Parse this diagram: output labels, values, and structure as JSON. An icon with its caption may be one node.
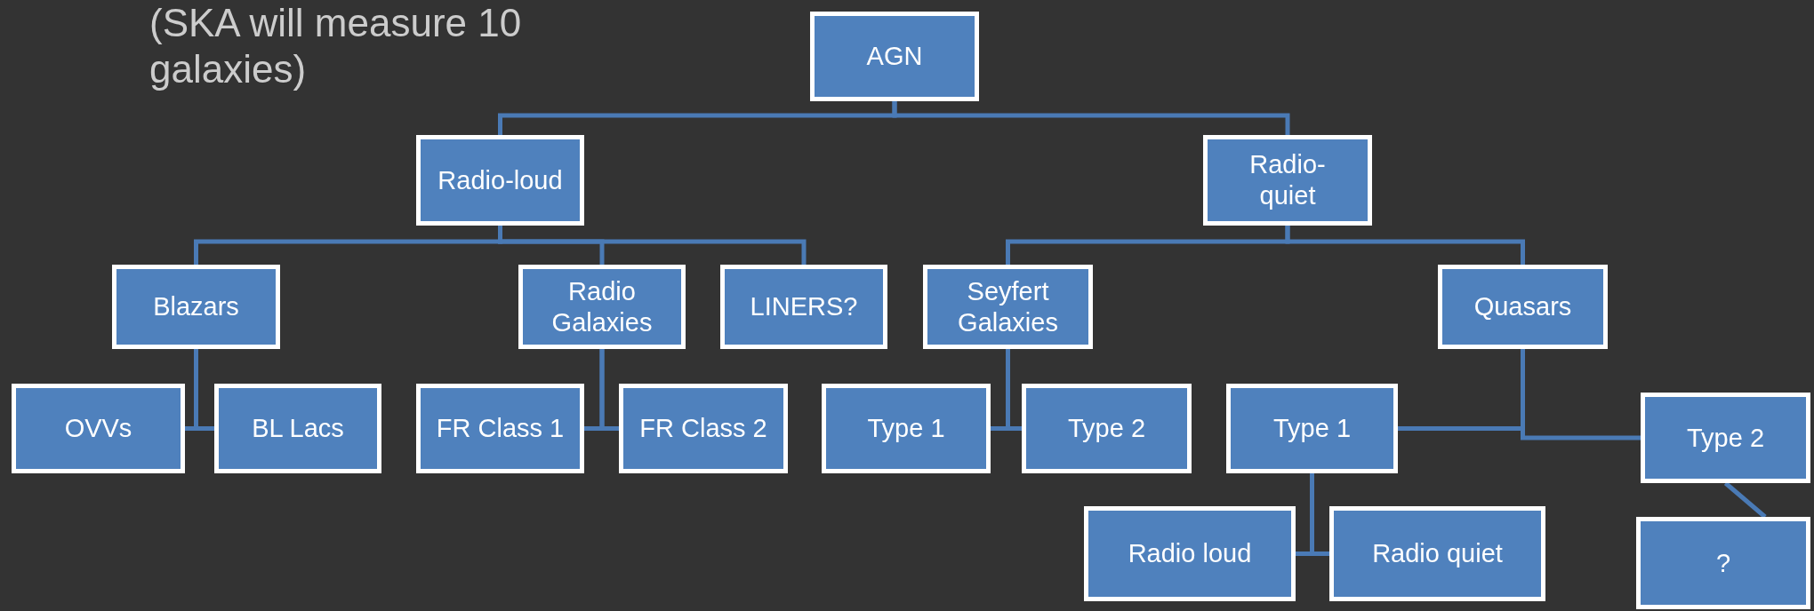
{
  "diagram": {
    "nodes": [
      {
        "text": [
          "AGN"
        ]
      },
      {
        "text": [
          "Radio-loud"
        ]
      },
      {
        "text": [
          "Radio- quiet"
        ]
      },
      {
        "text": [
          "Blazars"
        ]
      },
      {
        "text": [
          "Radio Galaxies"
        ]
      },
      {
        "text": [
          "LINERS?"
        ]
      },
      {
        "text": [
          "Seyfert Galaxies"
        ]
      },
      {
        "text": [
          "Quasars"
        ]
      },
      {
        "text": [
          "OVVs"
        ]
      },
      {
        "text": [
          "BL Lacs"
        ]
      },
      {
        "text": [
          "FR Class 1"
        ]
      },
      {
        "text": [
          "FR Class 2"
        ]
      },
      {
        "text": [
          "Type 1"
        ]
      },
      {
        "text": [
          "Type 2"
        ]
      },
      {
        "text": [
          "Type 1"
        ]
      },
      {
        "text": [
          "Type 2"
        ]
      },
      {
        "text": [
          "Radio loud"
        ]
      },
      {
        "text": [
          "Radio quiet"
        ]
      },
      {
        "text": [
          "?"
        ]
      }
    ],
    "edges": [
      {
        "from": 0,
        "to": 1,
        "arrow": "none"
      },
      {
        "from": 0,
        "to": 2,
        "arrow": "none"
      },
      {
        "from": 1,
        "to": 3,
        "arrow": "none"
      },
      {
        "from": 1,
        "to": 4,
        "arrow": "none"
      },
      {
        "from": 1,
        "to": 5,
        "arrow": "none"
      },
      {
        "from": 2,
        "to": 6,
        "arrow": "none"
      },
      {
        "from": 2,
        "to": 7,
        "arrow": "none"
      },
      {
        "from": 3,
        "to": 8,
        "arrow": "none"
      },
      {
        "from": 3,
        "to": 9,
        "arrow": "none"
      },
      {
        "from": 4,
        "to": 10,
        "arrow": "none"
      },
      {
        "from": 4,
        "to": 11,
        "arrow": "none"
      },
      {
        "from": 6,
        "to": 12,
        "arrow": "none"
      },
      {
        "from": 6,
        "to": 13,
        "arrow": "none"
      },
      {
        "from": 7,
        "to": 14,
        "arrow": "none"
      },
      {
        "from": 7,
        "to": 15,
        "arrow": "none"
      },
      {
        "from": 14,
        "to": 16,
        "arrow": "none"
      },
      {
        "from": 14,
        "to": 17,
        "arrow": "none"
      },
      {
        "from": 15,
        "to": 18,
        "arrow": "none"
      }
    ],
    "labels": [
      "(SKA will measure 10 galaxies)"
    ]
  }
}
